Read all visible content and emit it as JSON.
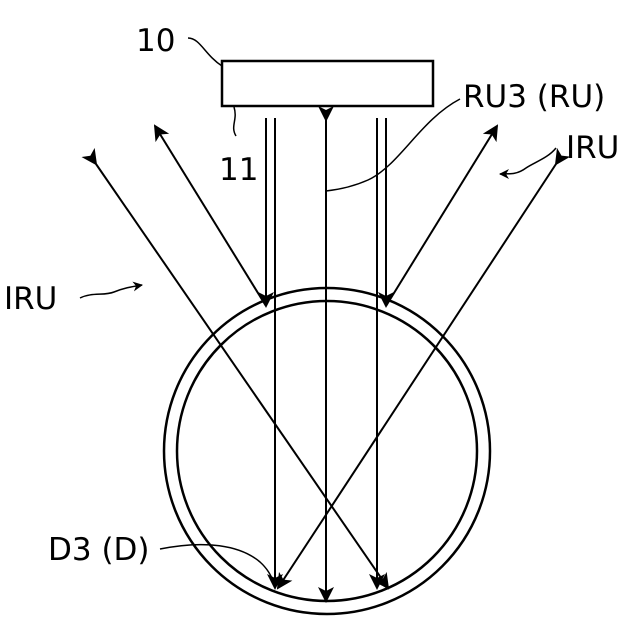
{
  "labels": {
    "device": "10",
    "device_face": "11",
    "reflected_light": "RU3 (RU)",
    "incident_light_right": "IRU",
    "incident_light_left": "IRU",
    "target": "D3 (D)"
  }
}
